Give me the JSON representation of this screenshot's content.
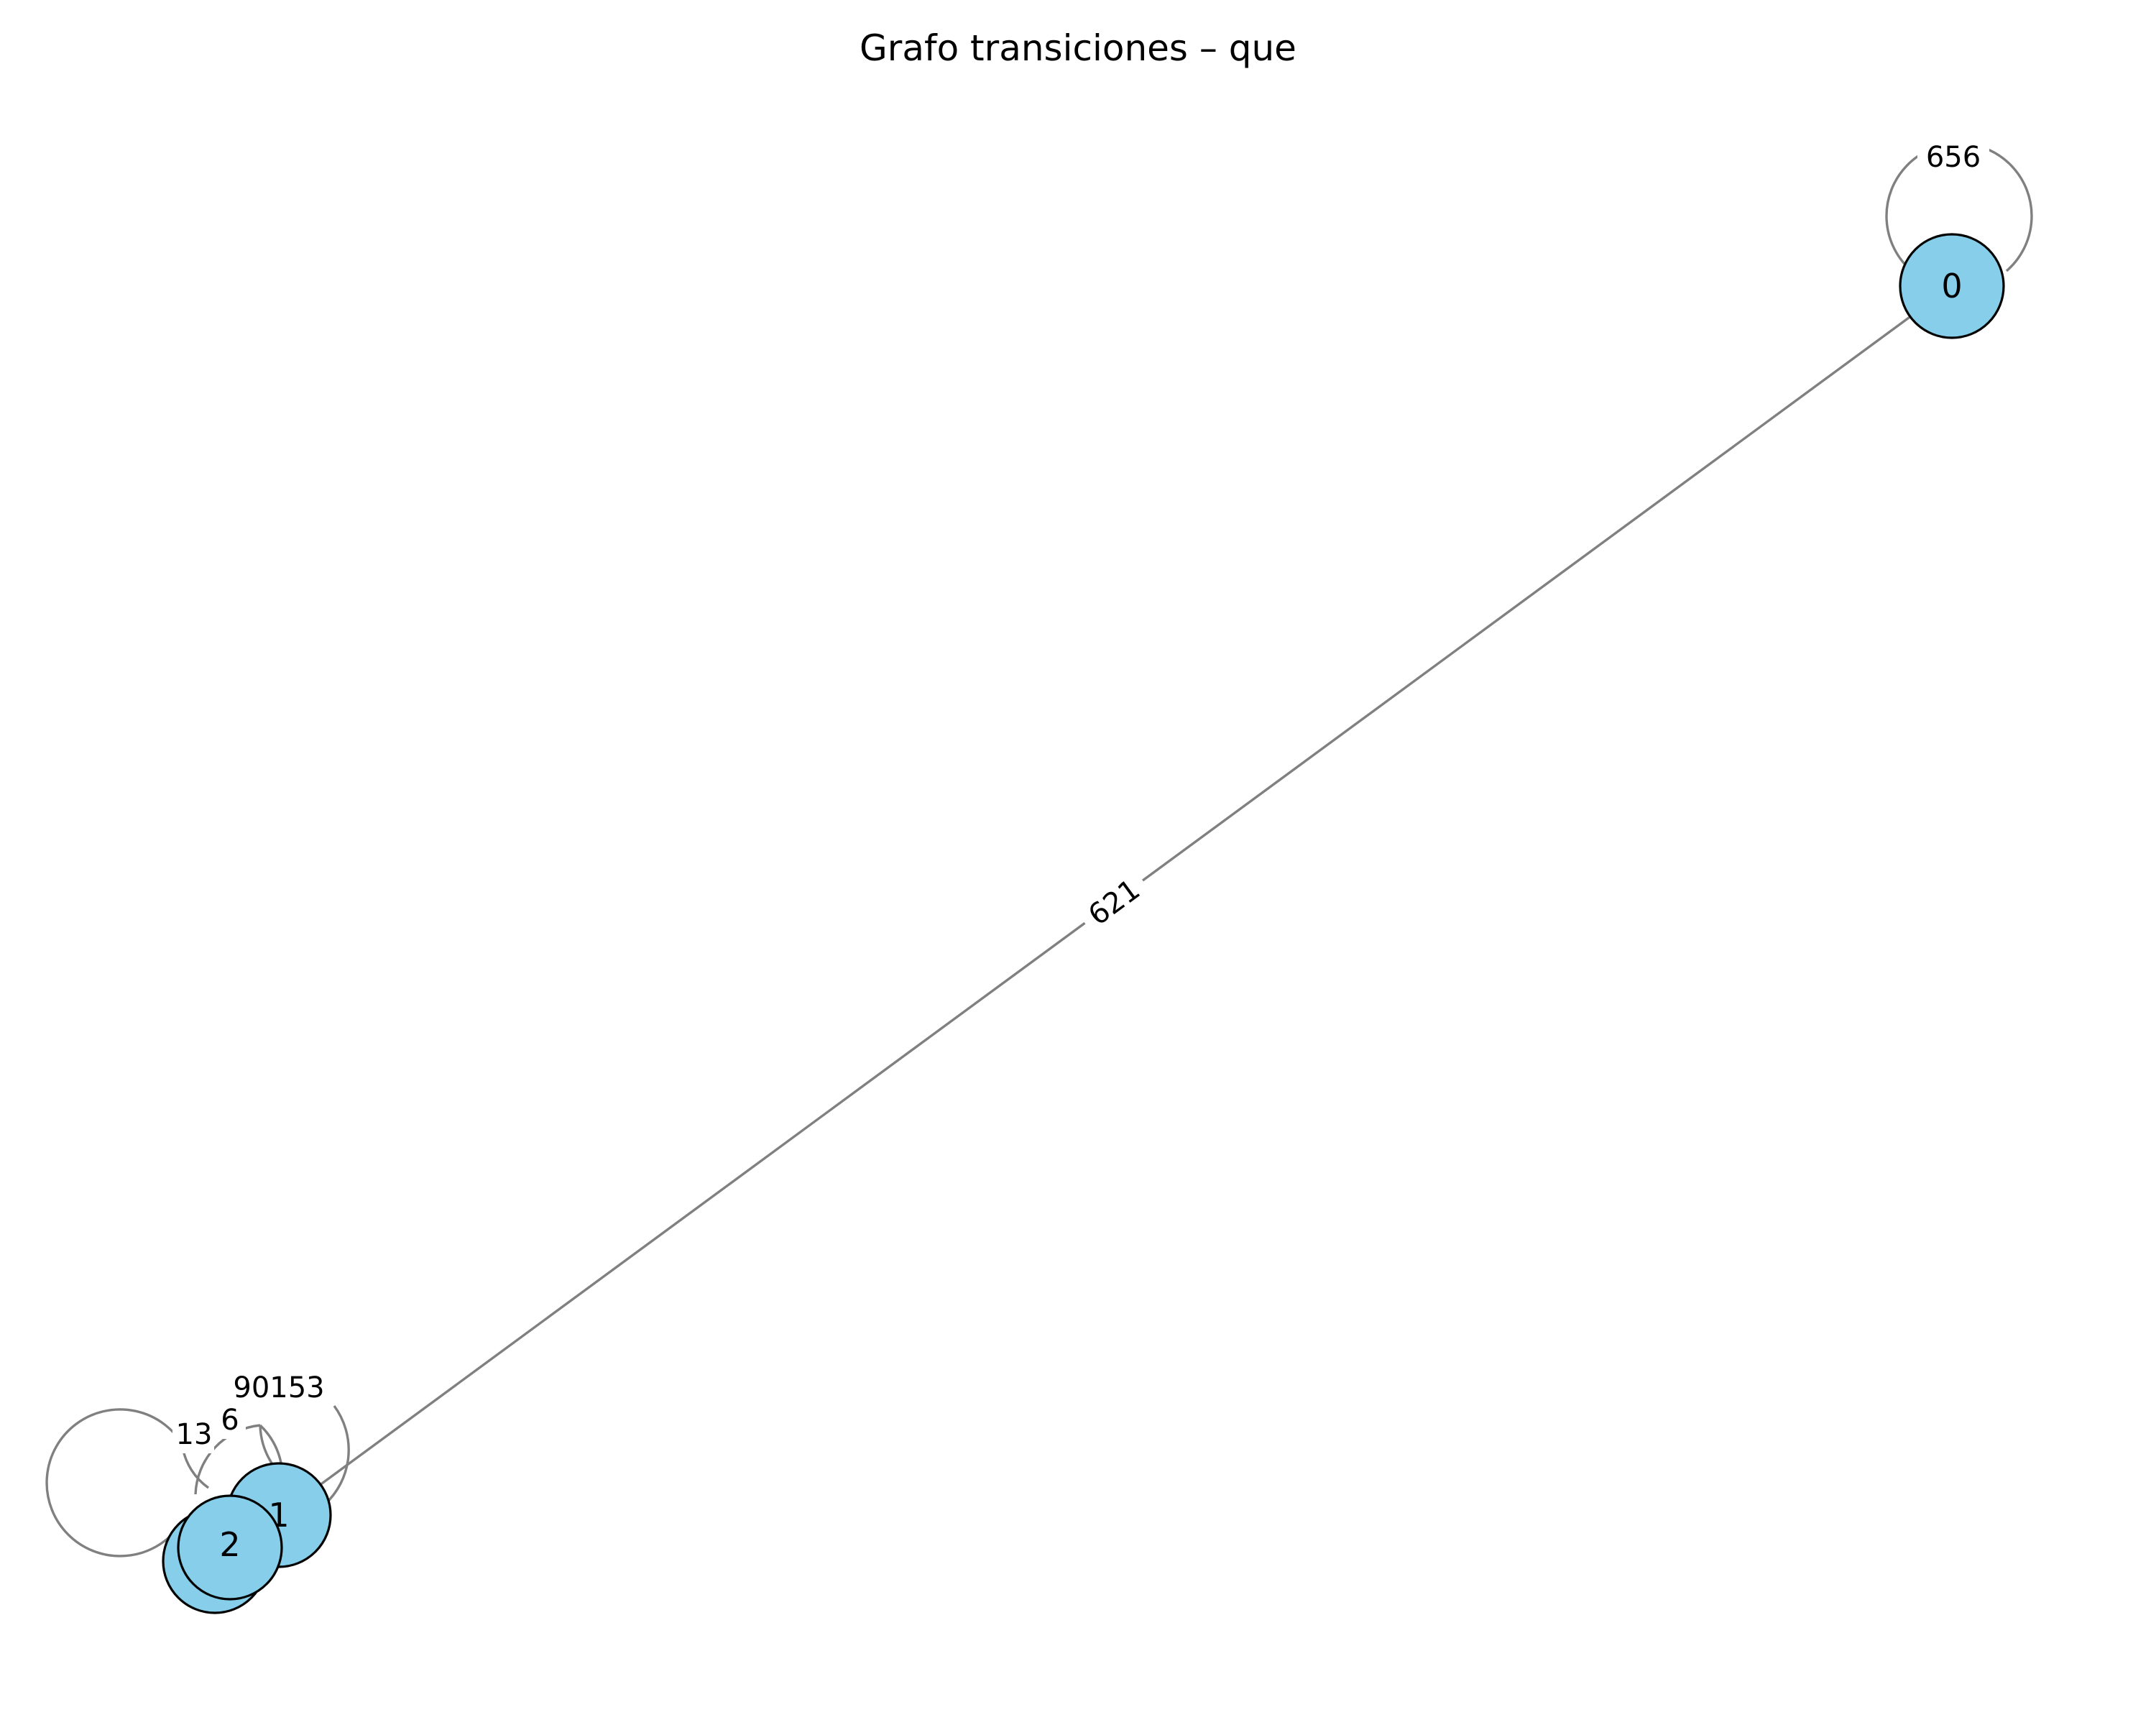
{
  "title": "Grafo transiciones – que",
  "colors": {
    "node_fill": "#87ceeb",
    "node_stroke": "#000000",
    "edge": "#808080",
    "background": "#ffffff"
  },
  "nodes": [
    {
      "id": "0",
      "label": "0"
    },
    {
      "id": "1",
      "label": "1"
    },
    {
      "id": "2",
      "label": "2"
    },
    {
      "id": "3",
      "label": "3"
    }
  ],
  "edges": [
    {
      "from": "0",
      "to": "0",
      "label": "656"
    },
    {
      "from": "0",
      "to": "1",
      "label": "621"
    },
    {
      "from": "1",
      "to": "1",
      "label": "90153"
    },
    {
      "from": "2",
      "to": "2",
      "label": "6"
    },
    {
      "from": "3",
      "to": "3",
      "label": "13"
    }
  ]
}
